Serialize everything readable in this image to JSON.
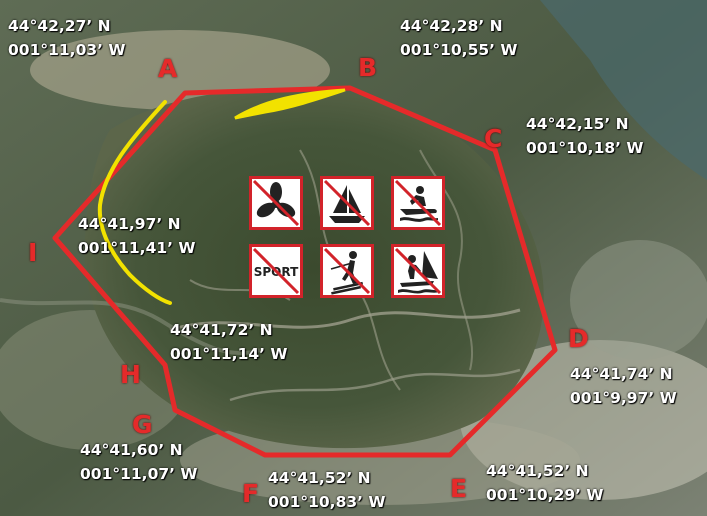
{
  "points": {
    "A": {
      "label": "A",
      "lat": "44°42,27’ N",
      "lon": "001°11,03’ W"
    },
    "B": {
      "label": "B",
      "lat": "44°42,28’ N",
      "lon": "001°10,55’ W"
    },
    "C": {
      "label": "C",
      "lat": "44°42,15’ N",
      "lon": "001°10,18’ W"
    },
    "D": {
      "label": "D",
      "lat": "44°41,74’ N",
      "lon": "001°9,97’ W"
    },
    "E": {
      "label": "E",
      "lat": "44°41,52’ N",
      "lon": "001°10,29’ W"
    },
    "F": {
      "label": "F",
      "lat": "44°41,52’ N",
      "lon": "001°10,83’ W"
    },
    "G": {
      "label": "G",
      "lat": "44°41,60’ N",
      "lon": "001°11,07’ W"
    },
    "H": {
      "label": "H",
      "lat": "44°41,72’ N",
      "lon": "001°11,14’ W"
    },
    "I": {
      "label": "I",
      "lat": "44°41,97’ N",
      "lon": "001°11,41’ W"
    }
  },
  "signs": {
    "propeller": {
      "icon": "no-propeller-icon"
    },
    "sailboat": {
      "icon": "no-sailboat-icon"
    },
    "jetski": {
      "icon": "no-jetski-icon"
    },
    "sport": {
      "icon": "no-sport-icon",
      "text": "SPORT"
    },
    "waterski": {
      "icon": "no-waterski-icon"
    },
    "windsurf": {
      "icon": "no-windsurf-icon"
    }
  },
  "colors": {
    "zone_boundary": "#e52a2a",
    "shoreline_marker": "#f2e200",
    "coordinate_text": "#ffffff",
    "sign_border": "#d2232a"
  }
}
